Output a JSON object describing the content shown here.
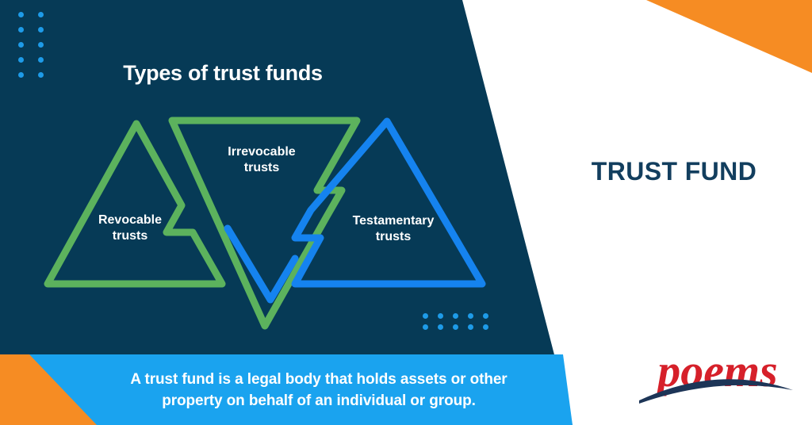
{
  "palette": {
    "navy": "#063A56",
    "white": "#FFFFFF",
    "orange": "#F68C23",
    "band_blue": "#1AA3EF",
    "dot_blue": "#1E9BE8",
    "triangle_green": "#5CB25D",
    "triangle_blue": "#1583EF",
    "title_navy": "#123E5E",
    "logo_red": "#D6202A",
    "logo_navy": "#1D3557"
  },
  "heading": {
    "text": "Types of trust funds"
  },
  "triangles": [
    {
      "id": "revocable",
      "label_line1": "Revocable",
      "label_line2": "trusts",
      "color": "#5CB25D",
      "orientation": "up"
    },
    {
      "id": "irrevocable",
      "label_line1": "Irrevocable",
      "label_line2": "trusts",
      "color": "#5CB25D",
      "orientation": "down"
    },
    {
      "id": "testamentary",
      "label_line1": "Testamentary",
      "label_line2": "trusts",
      "color": "#1583EF",
      "orientation": "up"
    }
  ],
  "right_panel": {
    "title": "TRUST FUND"
  },
  "caption": {
    "line1": "A trust fund is a legal body that holds assets or other",
    "line2": "property on behalf of an individual or group."
  },
  "logo": {
    "wordmark": "poems",
    "swoosh": "swoosh-underline"
  },
  "decor": {
    "dots_topleft": {
      "columns": 2,
      "rows": 5
    },
    "dots_bottomcenter": {
      "columns": 5,
      "rows": 2
    },
    "corner_shape_topright": "orange-triangle",
    "corner_shape_bottomleft": "orange-triangle",
    "diagonal_edge": "navy-white-diagonal"
  }
}
